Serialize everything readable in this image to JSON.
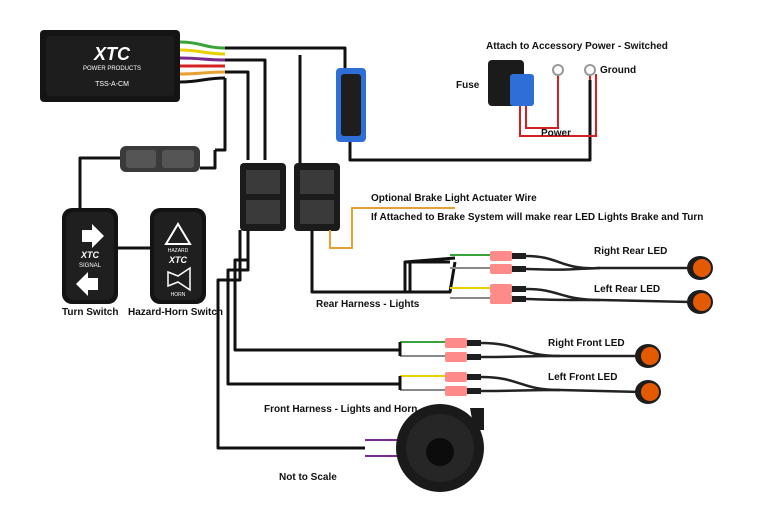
{
  "module": {
    "brand": "XTC",
    "subtitle": "POWER PRODUCTS",
    "model": "TSS-A-CM"
  },
  "switches": {
    "turn_switch": {
      "label": "Turn Switch",
      "line1": "XTC",
      "line2": "SIGNAL"
    },
    "hazard_horn_switch": {
      "label": "Hazard-Horn Switch",
      "line1": "HAZARD",
      "line2": "XTC",
      "line3": "HORN"
    }
  },
  "power": {
    "title": "Attach to Accessory Power - Switched",
    "fuse_label": "Fuse",
    "ground_label": "Ground",
    "power_label": "Power"
  },
  "brake_wire": {
    "title": "Optional Brake Light Actuater Wire",
    "note": "If Attached to Brake System will make rear LED Lights Brake and Turn"
  },
  "harnesses": {
    "rear": "Rear Harness - Lights",
    "front": "Front Harness - Lights and Horn"
  },
  "leds": {
    "right_rear": "Right Rear LED",
    "left_rear": "Left Rear LED",
    "right_front": "Right Front LED",
    "left_front": "Left Front LED"
  },
  "footer": {
    "scale_note": "Not to Scale"
  },
  "colors": {
    "wire_black": "#111111",
    "wire_red": "#d42020",
    "wire_orange": "#e8a032",
    "wire_green": "#3aa23a",
    "wire_yellow": "#e8d000",
    "wire_purple": "#7a2c8c",
    "connector_blue": "#2d6fd6",
    "led_amber": "#e35a00",
    "heat_shrink": "#ff8a8a"
  }
}
